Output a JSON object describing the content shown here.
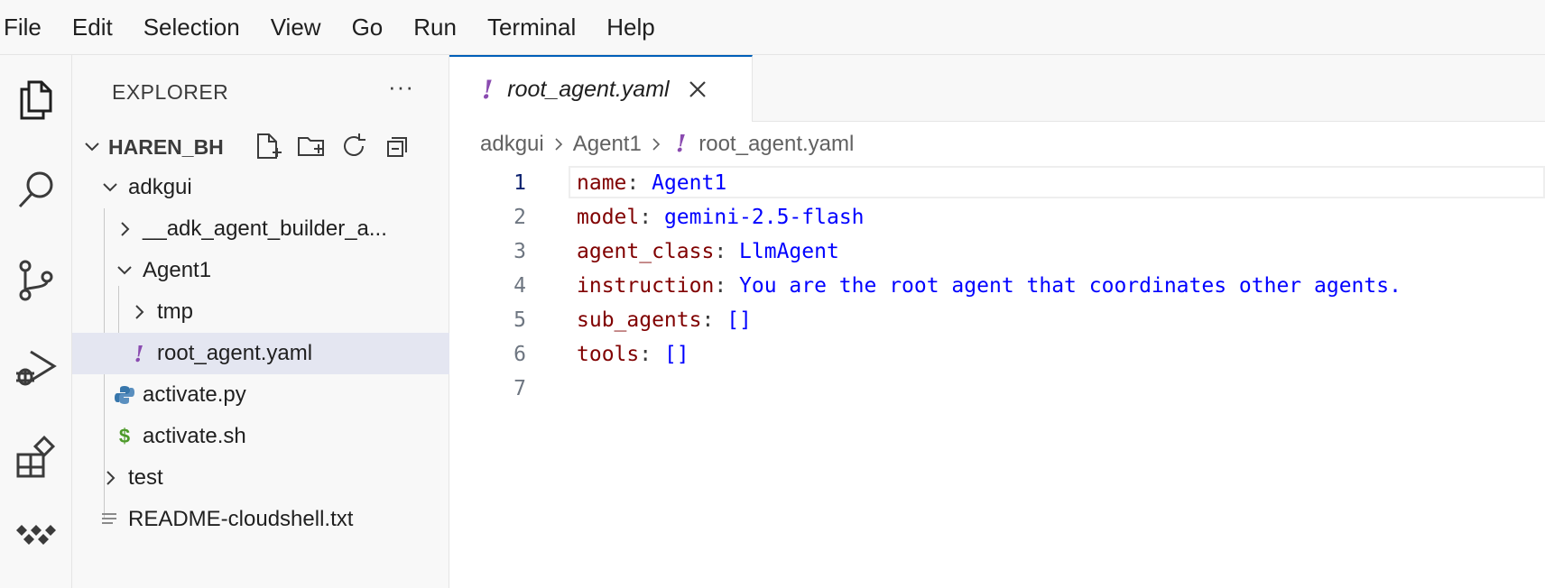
{
  "menu": [
    "File",
    "Edit",
    "Selection",
    "View",
    "Go",
    "Run",
    "Terminal",
    "Help"
  ],
  "activity_bar": [
    "explorer-icon",
    "search-icon",
    "source-control-icon",
    "run-debug-icon",
    "extensions-icon",
    "cloud-code-icon"
  ],
  "sidebar": {
    "title": "EXPLORER",
    "more": "···",
    "folder": "HAREN_BH",
    "header_actions": [
      "new-file-icon",
      "new-folder-icon",
      "refresh-icon",
      "collapse-all-icon"
    ],
    "tree": [
      {
        "label": "adkgui",
        "type": "folder-open"
      },
      {
        "label": "__adk_agent_builder_a...",
        "type": "folder-closed"
      },
      {
        "label": "Agent1",
        "type": "folder-open"
      },
      {
        "label": "tmp",
        "type": "folder-closed"
      },
      {
        "label": "root_agent.yaml",
        "type": "yaml",
        "selected": true
      },
      {
        "label": "activate.py",
        "type": "python"
      },
      {
        "label": "activate.sh",
        "type": "shell"
      },
      {
        "label": "test",
        "type": "folder-closed"
      },
      {
        "label": "README-cloudshell.txt",
        "type": "text"
      }
    ]
  },
  "editor": {
    "tab": {
      "label": "root_agent.yaml",
      "icon": "!"
    },
    "breadcrumb": [
      "adkgui",
      "Agent1",
      "root_agent.yaml"
    ],
    "lines": [
      {
        "n": "1",
        "key": "name",
        "value": "Agent1"
      },
      {
        "n": "2",
        "key": "model",
        "value": "gemini-2.5-flash"
      },
      {
        "n": "3",
        "key": "agent_class",
        "value": "LlmAgent"
      },
      {
        "n": "4",
        "key": "instruction",
        "value": "You are the root agent that coordinates other agents."
      },
      {
        "n": "5",
        "key": "sub_agents",
        "value": "[]"
      },
      {
        "n": "6",
        "key": "tools",
        "value": "[]"
      },
      {
        "n": "7",
        "key": "",
        "value": ""
      }
    ],
    "colors": {
      "key": "#800000",
      "value": "#0000ff",
      "yaml_icon": "#8a4bb0",
      "tab_accent": "#005fb8",
      "selection": "#e4e6f1"
    }
  }
}
